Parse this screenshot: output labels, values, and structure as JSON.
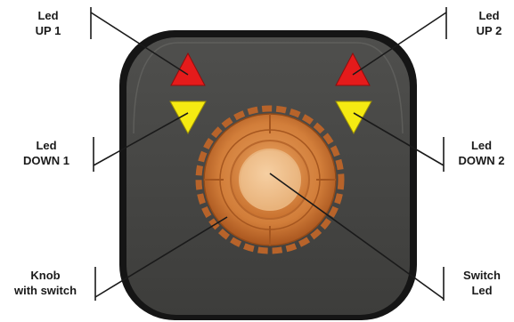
{
  "colors": {
    "device_body": "#4a4a48",
    "device_border": "#1b1b1b",
    "led_up": "#e51b1b",
    "led_down": "#f5ea12",
    "knob_outer": "#c06a2c",
    "knob_inner": "#e39a55",
    "switch_led": "#f1c493",
    "leader_line": "#1a1a1a",
    "label_text": "#1a1a1a"
  },
  "labels": {
    "led_up_1": {
      "line1": "Led",
      "line2": "UP 1"
    },
    "led_up_2": {
      "line1": "Led",
      "line2": "UP 2"
    },
    "led_down_1": {
      "line1": "Led",
      "line2": "DOWN 1"
    },
    "led_down_2": {
      "line1": "Led",
      "line2": "DOWN 2"
    },
    "knob": {
      "line1": "Knob",
      "line2": "with switch"
    },
    "switch_led": {
      "line1": "Switch",
      "line2": "Led"
    }
  }
}
